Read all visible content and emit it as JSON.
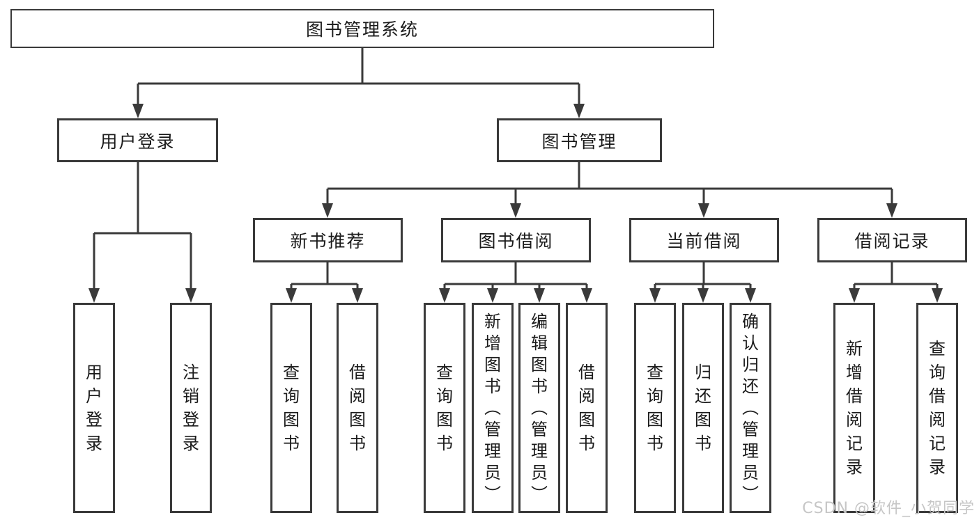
{
  "diagram": {
    "type": "tree",
    "title": "图书管理系统",
    "watermark": "CSDN @软件_小贺同学",
    "colors": {
      "line": "#3a3a3a",
      "box_border": "#3a3a3a",
      "text": "#1a1a1a",
      "background": "#ffffff",
      "watermark": "#c6c6c6"
    },
    "tree": {
      "label": "图书管理系统",
      "children": [
        {
          "label": "用户登录",
          "children": [
            {
              "label": "用户登录"
            },
            {
              "label": "注销登录"
            }
          ]
        },
        {
          "label": "图书管理",
          "children": [
            {
              "label": "新书推荐",
              "children": [
                {
                  "label": "查询图书"
                },
                {
                  "label": "借阅图书"
                }
              ]
            },
            {
              "label": "图书借阅",
              "children": [
                {
                  "label": "查询图书"
                },
                {
                  "label": "新增图书（管理员）"
                },
                {
                  "label": "编辑图书（管理员）"
                },
                {
                  "label": "借阅图书"
                }
              ]
            },
            {
              "label": "当前借阅",
              "children": [
                {
                  "label": "查询图书"
                },
                {
                  "label": "归还图书"
                },
                {
                  "label": "确认归还（管理员）"
                }
              ]
            },
            {
              "label": "借阅记录",
              "children": [
                {
                  "label": "新增借阅记录"
                },
                {
                  "label": "查询借阅记录"
                }
              ]
            }
          ]
        }
      ]
    }
  }
}
